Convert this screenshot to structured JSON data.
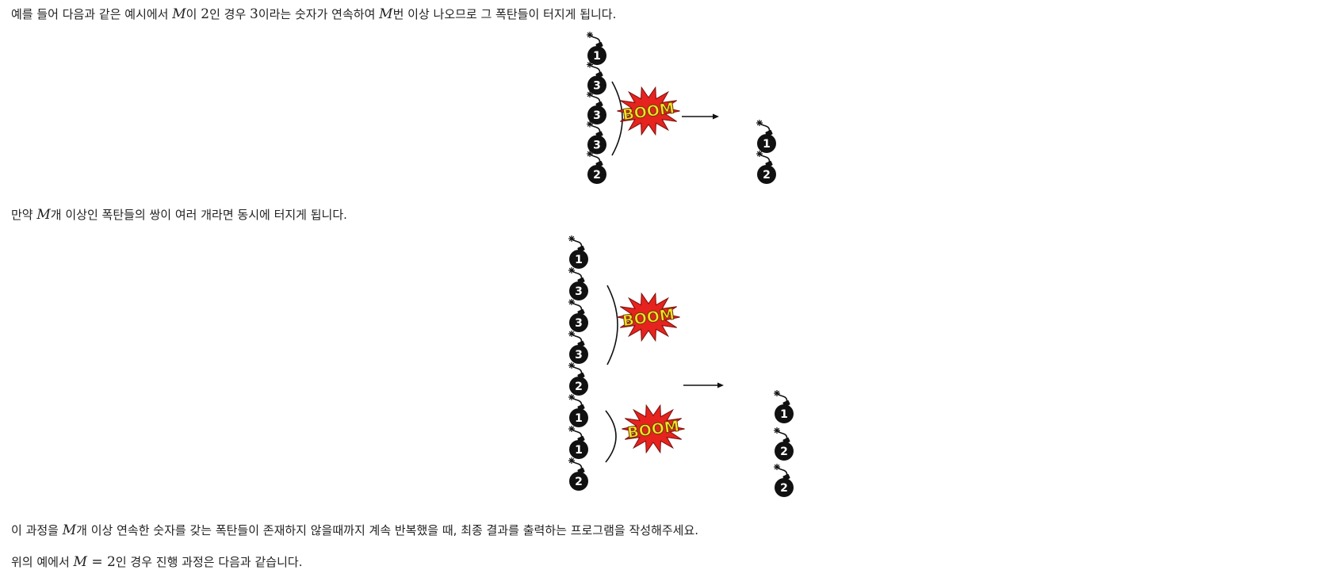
{
  "paragraphs": {
    "p1": {
      "a": "예를 들어 다음과 같은 예시에서 ",
      "m1": "M",
      "b": "이 ",
      "n1": "2",
      "c": "인 경우 ",
      "n2": "3",
      "d": "이라는 숫자가 연속하여 ",
      "m2": "M",
      "e": "번 이상 나오므로 그 폭탄들이 터지게 됩니다."
    },
    "p2": {
      "a": "만약 ",
      "m1": "M",
      "b": "개 이상인 폭탄들의 쌍이 여러 개라면 동시에 터지게 됩니다."
    },
    "p3": {
      "a": "이 과정을 ",
      "m1": "M",
      "b": "개 이상 연속한 숫자를 갖는 폭탄들이 존재하지 않을때까지 계속 반복했을 때, 최종 결과를 출력하는 프로그램을 작성해주세요."
    },
    "p4": {
      "a": "위의 예에서 ",
      "m1": "M",
      "eq": " = ",
      "n1": "2",
      "b": "인 경우 진행 과정은 다음과 같습니다."
    }
  },
  "figure1": {
    "before": [
      "1",
      "3",
      "3",
      "3",
      "2"
    ],
    "after": [
      "1",
      "2"
    ],
    "boom_label": "BOOM"
  },
  "figure2": {
    "before": [
      "1",
      "3",
      "3",
      "3",
      "2",
      "1",
      "1",
      "2"
    ],
    "after": [
      "1",
      "2",
      "2"
    ],
    "boom_label": "BOOM"
  },
  "colors": {
    "bomb": "#111111",
    "boom_fill": "#e6231e",
    "boom_text": "#f5e12a"
  }
}
